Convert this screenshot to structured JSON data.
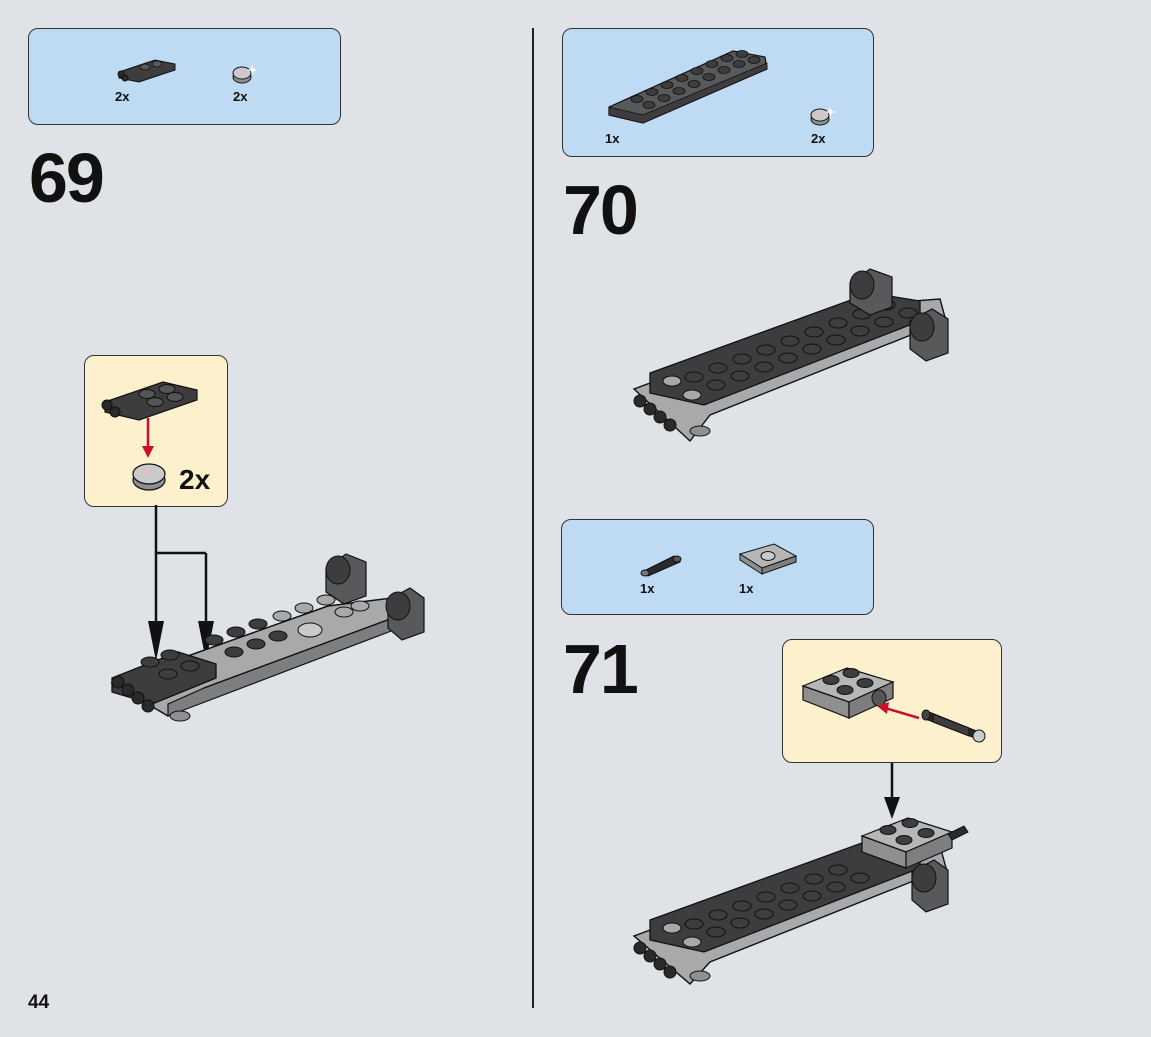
{
  "page": {
    "number": "44"
  },
  "steps": [
    {
      "number": "69",
      "parts": [
        {
          "icon": "dark-plate-with-clips-icon",
          "qty": "2x"
        },
        {
          "icon": "round-tile-light-grey-icon",
          "qty": "2x"
        }
      ],
      "subassembly": {
        "qty": "2x"
      }
    },
    {
      "number": "70",
      "parts": [
        {
          "icon": "dark-grey-plate-2x8-icon",
          "qty": "1x"
        },
        {
          "icon": "round-tile-light-grey-icon",
          "qty": "2x"
        }
      ]
    },
    {
      "number": "71",
      "parts": [
        {
          "icon": "black-pin-connector-icon",
          "qty": "1x"
        },
        {
          "icon": "grey-tile-with-hole-icon",
          "qty": "1x"
        }
      ]
    }
  ],
  "colors": {
    "background": "#dfe3e8",
    "parts_box": "#bfdbf3",
    "subassembly_box": "#fdf0cc",
    "arrow_red": "#c8102e",
    "brick_dark": "#3d3d3f",
    "brick_light": "#a8a9ab"
  }
}
